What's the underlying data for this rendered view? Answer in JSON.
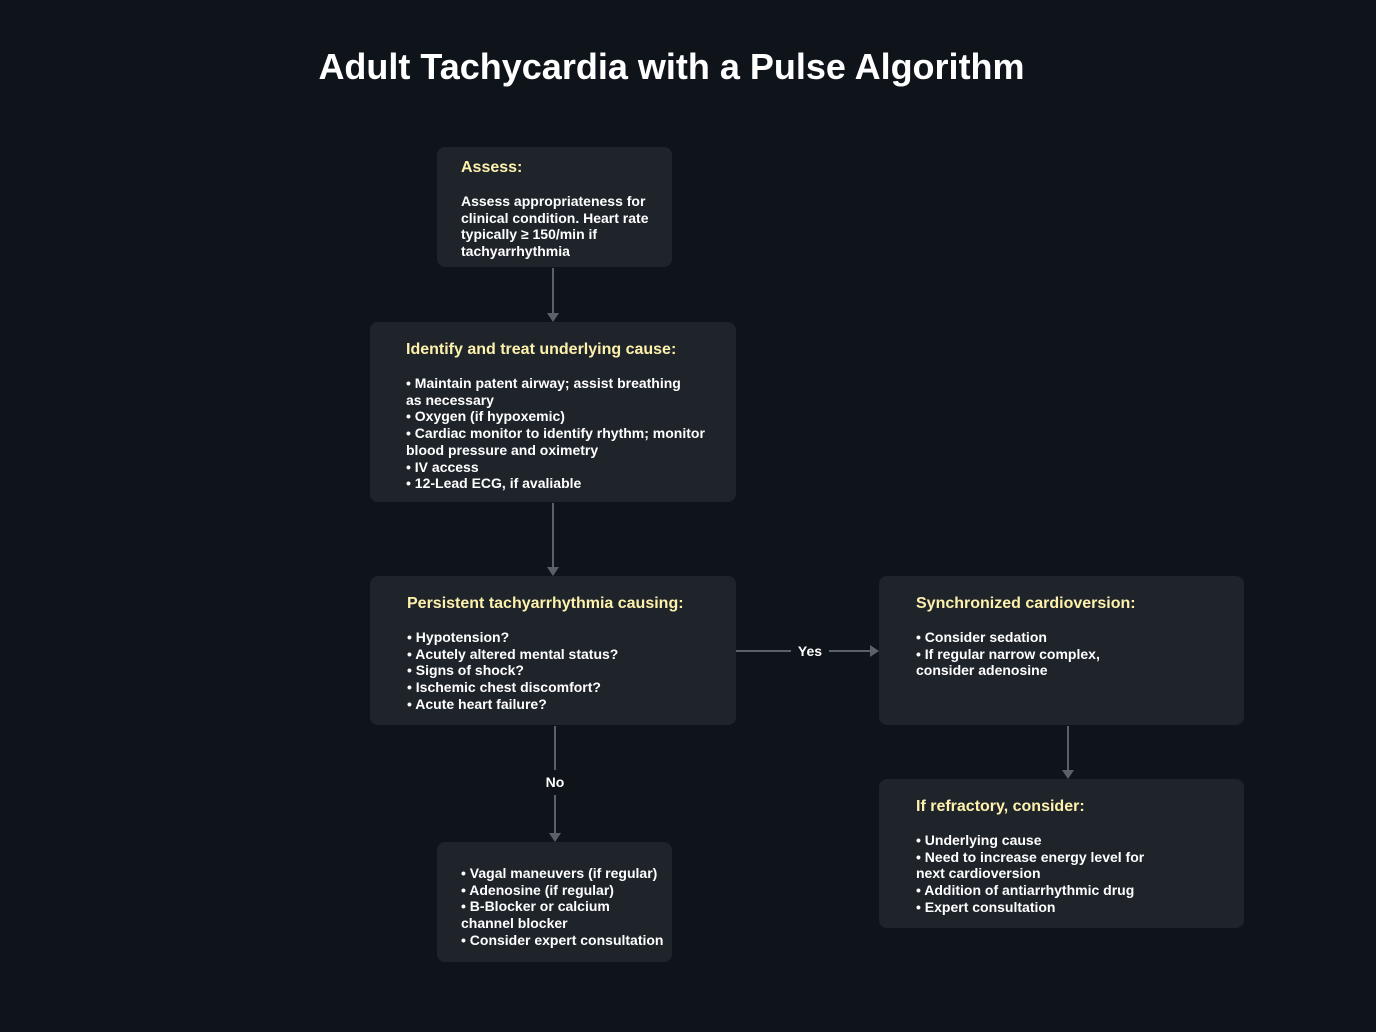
{
  "title": "Adult Tachycardia with a Pulse Algorithm",
  "nodes": {
    "assess": {
      "heading": "Assess:",
      "text": "Assess appropriateness for\nclinical condition. Heart rate\ntypically ≥ 150/min if\ntachyarrhythmia"
    },
    "identify": {
      "heading": "Identify and treat underlying cause:",
      "items": [
        "• Maintain patent airway; assist breathing\nas necessary",
        "• Oxygen (if hypoxemic)",
        "• Cardiac monitor to identify rhythm; monitor\nblood pressure and oximetry",
        "• IV access",
        "• 12-Lead ECG, if avaliable"
      ]
    },
    "persistent": {
      "heading": "Persistent tachyarrhythmia causing:",
      "items": [
        "• Hypotension?",
        "• Acutely altered mental status?",
        "• Signs of shock?",
        "• Ischemic chest discomfort?",
        "• Acute heart failure?"
      ]
    },
    "synchronized": {
      "heading": "Synchronized cardioversion:",
      "items": [
        "• Consider sedation",
        "• If regular narrow complex,\nconsider adenosine"
      ]
    },
    "refractory": {
      "heading": "If refractory, consider:",
      "items": [
        "• Underlying cause",
        "• Need to increase energy level for\nnext cardioversion",
        "• Addition of antiarrhythmic drug",
        "• Expert consultation"
      ]
    },
    "stable": {
      "items": [
        "• Vagal maneuvers (if regular)",
        "• Adenosine (if regular)",
        "• B-Blocker or calcium\nchannel blocker",
        "• Consider expert consultation"
      ]
    }
  },
  "edges": {
    "yes_label": "Yes",
    "no_label": "No"
  },
  "colors": {
    "background": "#0f141b",
    "node_fill": "#1f242b",
    "heading": "#fdf1ac",
    "text": "#ffffff",
    "connector": "#5b6169"
  }
}
